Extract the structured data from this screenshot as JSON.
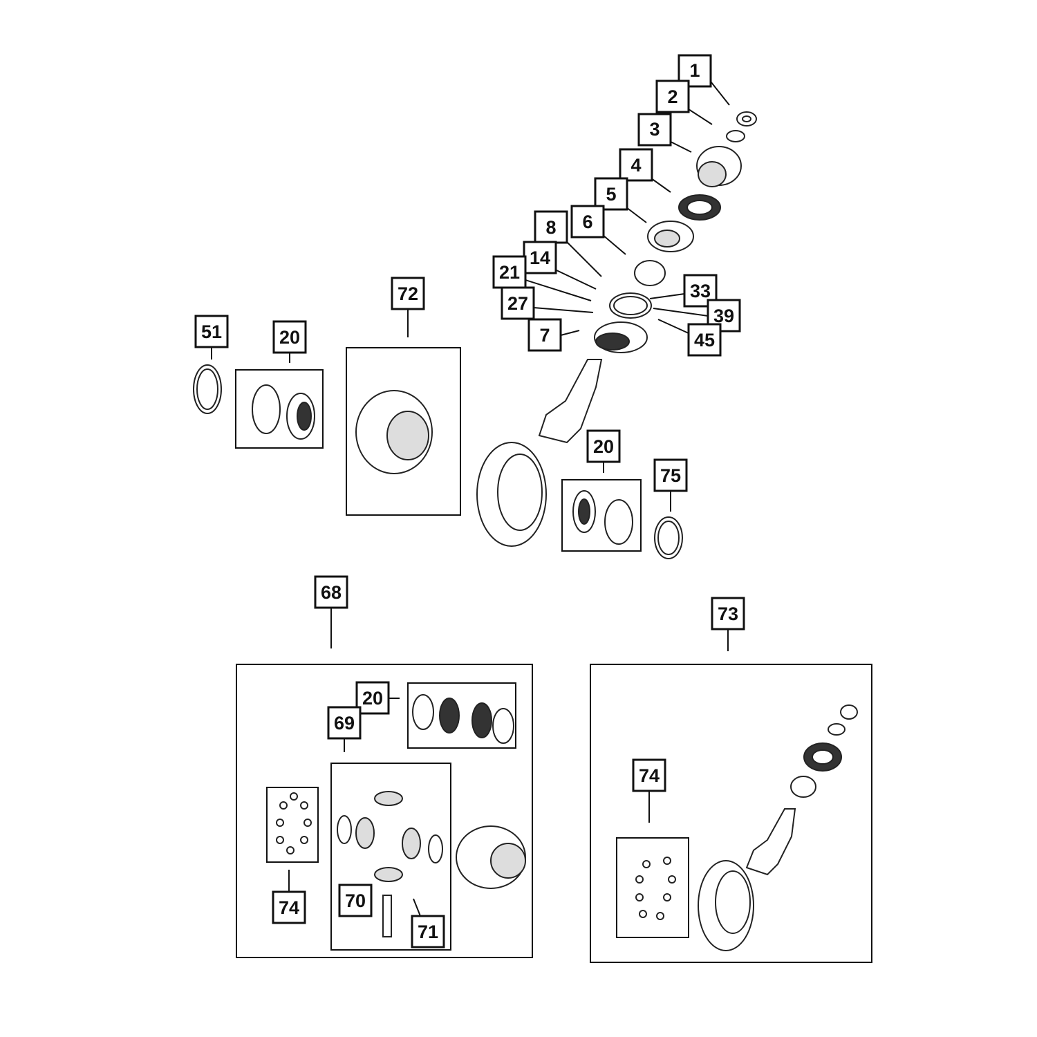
{
  "title": "Differential and pinion exploded parts diagram",
  "callouts": {
    "c1": "1",
    "c2": "2",
    "c3": "3",
    "c4": "4",
    "c5": "5",
    "c6": "6",
    "c7": "7",
    "c8": "8",
    "c14": "14",
    "c21": "21",
    "c27": "27",
    "c33": "33",
    "c39": "39",
    "c45": "45",
    "c51": "51",
    "c20a": "20",
    "c72": "72",
    "c20b": "20",
    "c75": "75",
    "c68": "68",
    "c73": "73",
    "c20c": "20",
    "c69": "69",
    "c74a": "74",
    "c74b": "74",
    "c70": "70",
    "c71": "71"
  }
}
